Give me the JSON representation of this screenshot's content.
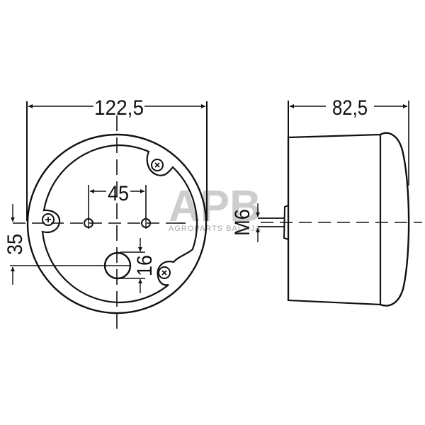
{
  "drawing": {
    "type": "technical-dimension-drawing",
    "front_view": {
      "outer_diameter_label": "122,5",
      "hole_spacing_label": "45",
      "offset_label": "35",
      "large_hole_label": "16"
    },
    "side_view": {
      "depth_label": "82,5",
      "thread_label": "M6"
    }
  },
  "watermark": {
    "logo_text": "APB",
    "subtitle": "AGROPARTS BALTIJA",
    "color": "#bdbdbd"
  },
  "colors": {
    "line": "#111111",
    "background": "#ffffff"
  }
}
